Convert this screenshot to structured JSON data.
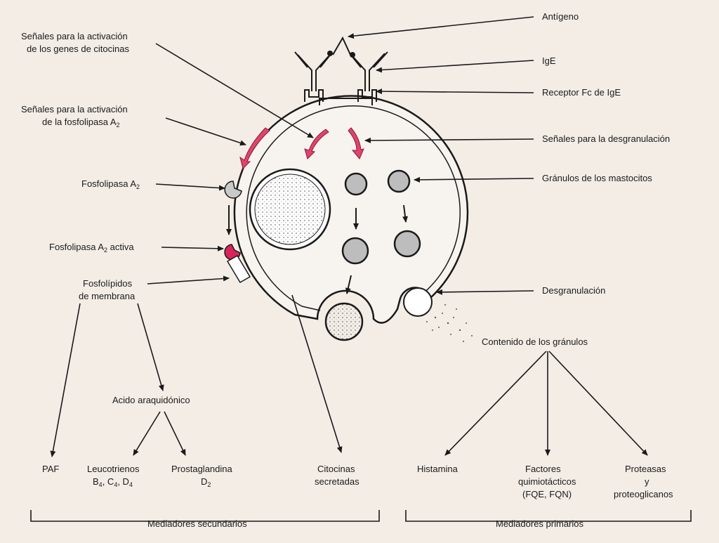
{
  "labels": {
    "antigen": "Antígeno",
    "ige": "IgE",
    "fc_receptor": "Receptor Fc de IgE",
    "degranulation_signals": "Señales para la desgranulación",
    "mast_cell_granules": "Gránulos de los mastocitos",
    "degranulation": "Desgranulación",
    "granule_content": "Contenido de los gránulos",
    "cytokine_signals_line1": "Señales para la activación",
    "cytokine_signals_line2": "de los genes de citocinas",
    "pla2_signals_line1": "Señales para la activación",
    "pla2_signals_line2": "de la fosfolipasa A",
    "pla2_signals_sub": "2",
    "phospholipase": "Fosfolipasa A",
    "phospholipase_sub": "2",
    "phospholipase_active": "Fosfolipasa A",
    "phospholipase_active_sub": "2",
    "phospholipase_active_suffix": " activa",
    "membrane_phospholipids_line1": "Fosfolípidos",
    "membrane_phospholipids_line2": "de membrana",
    "arachidonic_acid": "Acido araquidónico",
    "paf": "PAF",
    "leukotrienes": "Leucotrienos",
    "leukotrienes_b": "B",
    "leukotrienes_b_sub": "4",
    "leukotrienes_c": ", C",
    "leukotrienes_c_sub": "4",
    "leukotrienes_d": ", D",
    "leukotrienes_d_sub": "4",
    "prostaglandin": "Prostaglandina",
    "prostaglandin_d": "D",
    "prostaglandin_d_sub": "2",
    "cytokines_line1": "Citocinas",
    "cytokines_line2": "secretadas",
    "histamine": "Histamina",
    "chemotactic_line1": "Factores",
    "chemotactic_line2": "quimiotácticos",
    "chemotactic_line3": "(FQE, FQN)",
    "proteases_line1": "Proteasas",
    "proteases_line2": "y",
    "proteases_line3": "proteoglicanos",
    "secondary_mediators": "Mediadores secundarios",
    "primary_mediators": "Mediadores primarios"
  },
  "colors": {
    "background": "#f3ede6",
    "ink": "#1a1a1a",
    "signal_arrow": "#e0446a",
    "active_enzyme": "#d8245a",
    "granule_fill": "#bdbdbd"
  }
}
